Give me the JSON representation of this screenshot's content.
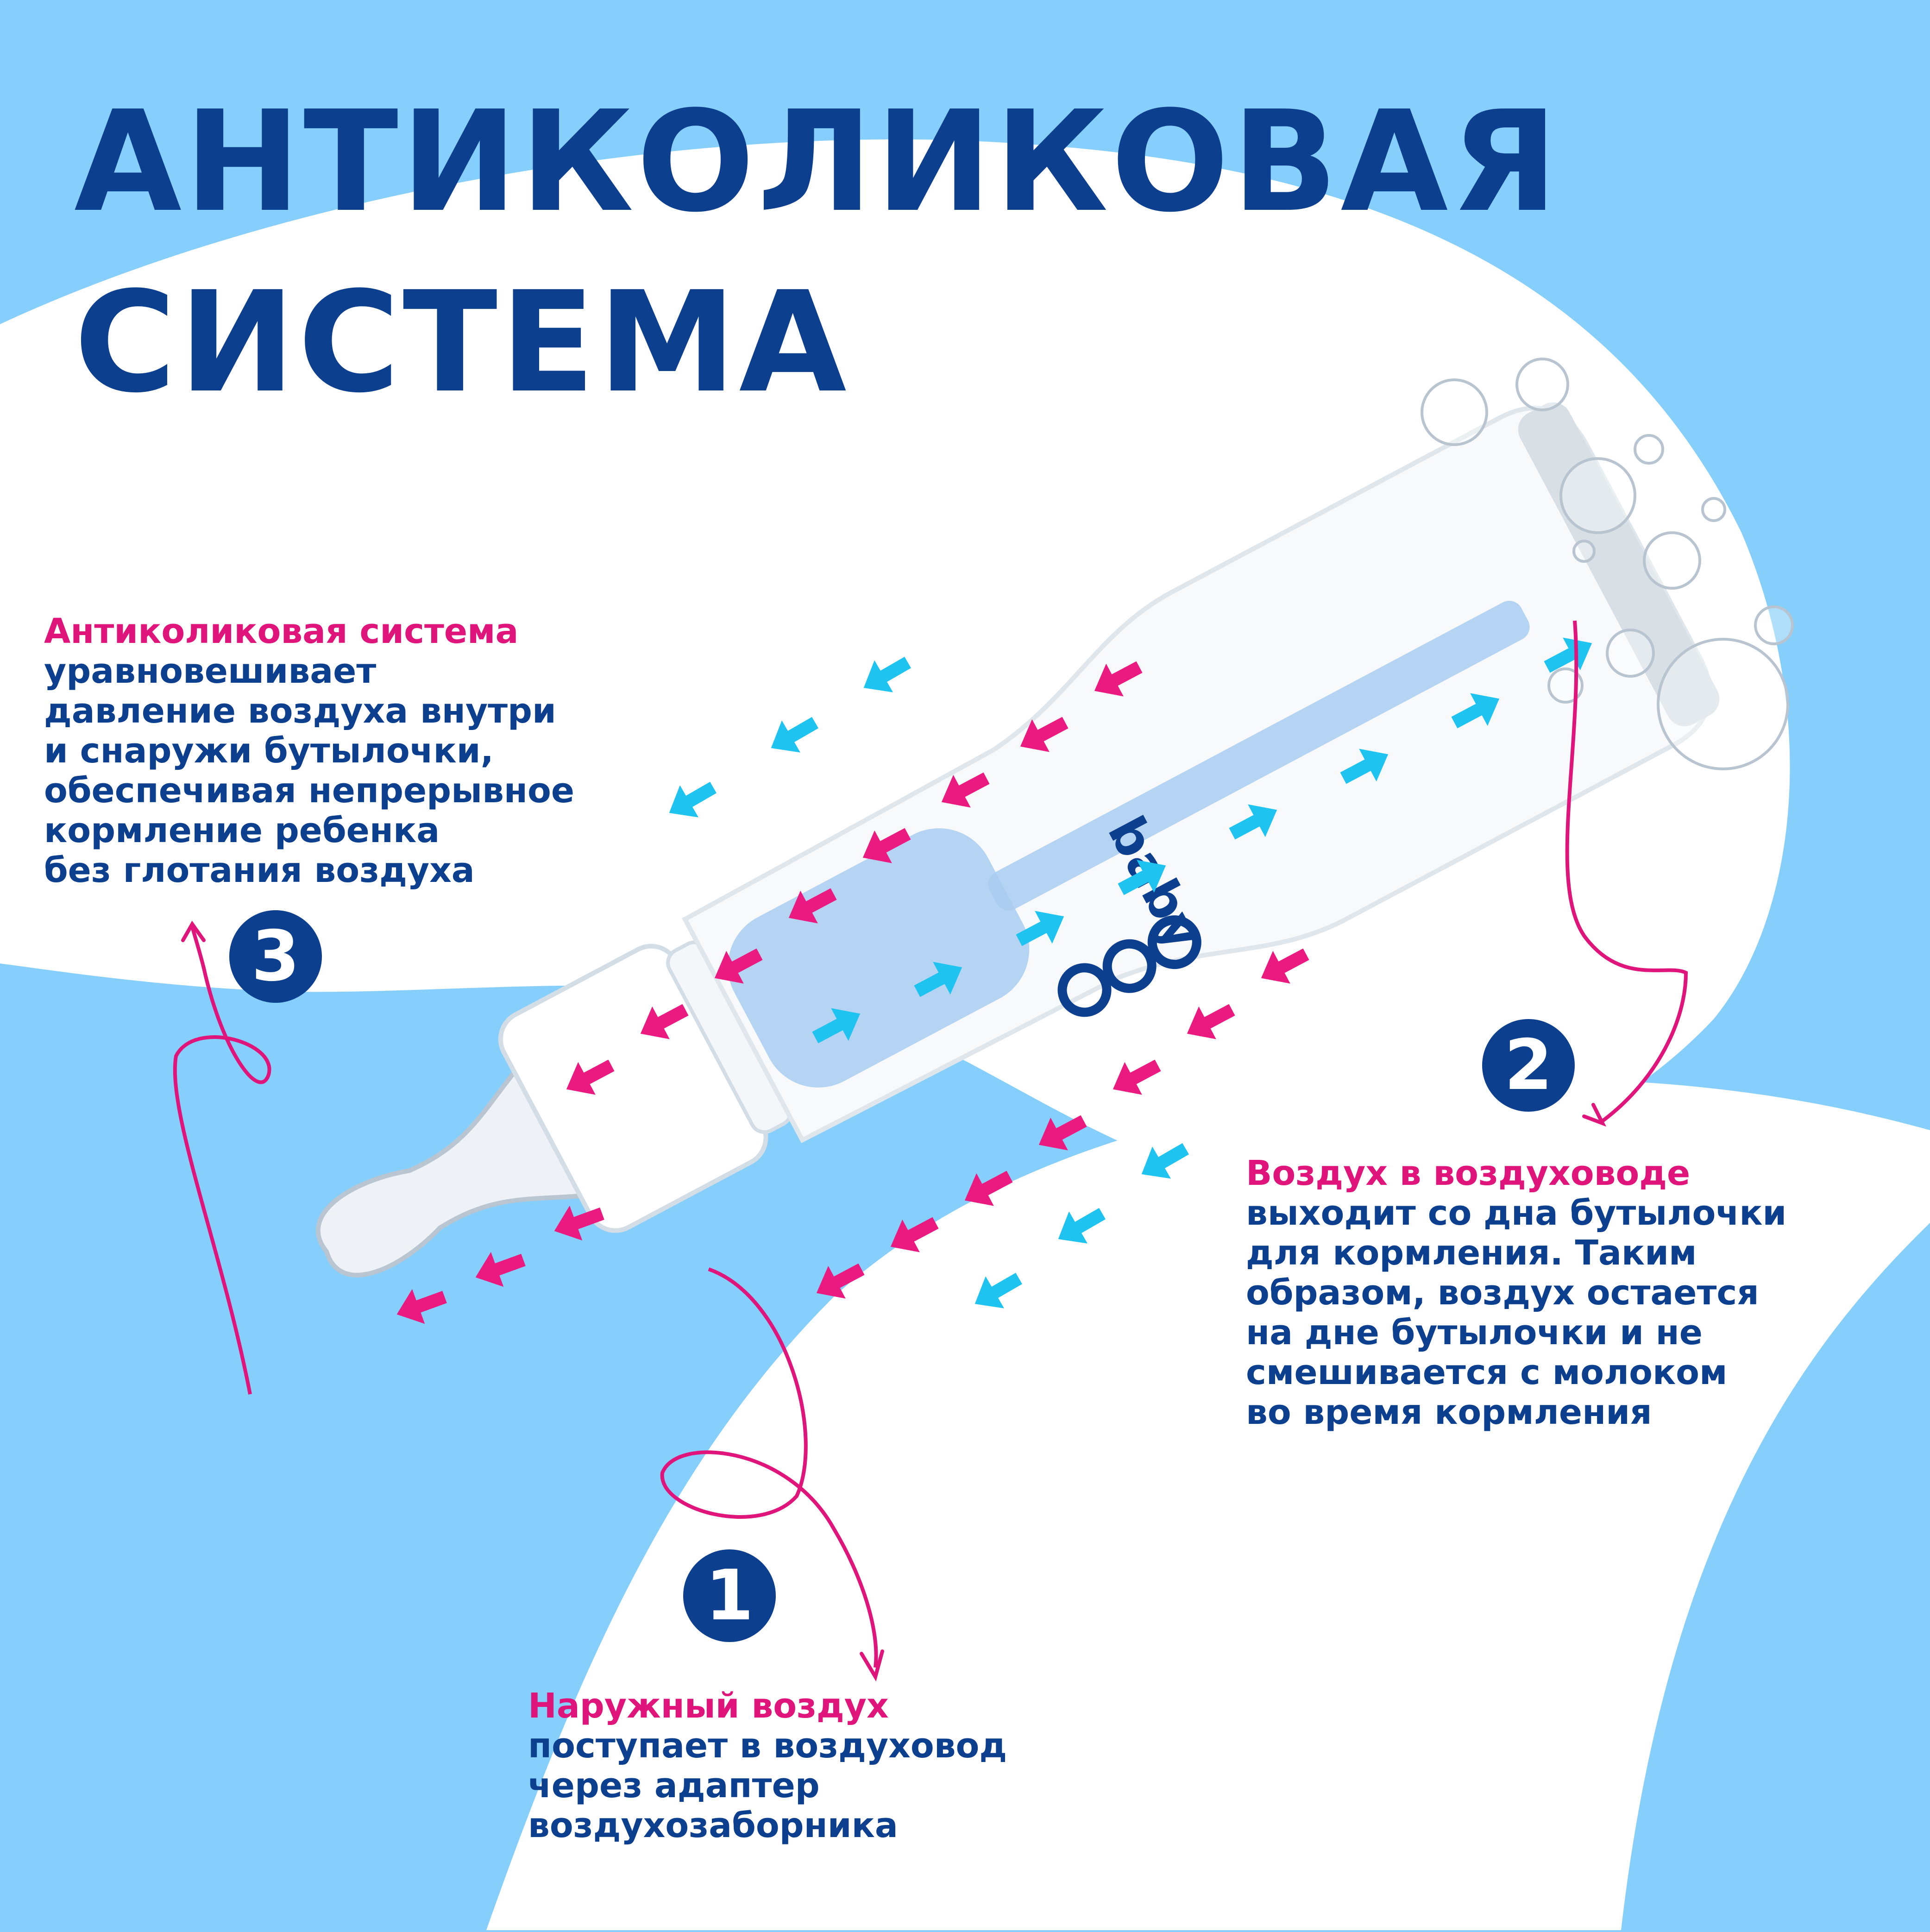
{
  "title": {
    "line1": "АНТИКОЛИКОВАЯ",
    "line2": "СИСТЕМА"
  },
  "brand": "baby",
  "callouts": [
    {
      "number": "3",
      "highlight": "Антиколиковая система",
      "body": "уравновешивает\nдавление воздуха внутри\nи снаружи бутылочки,\nобеспечивая непрерывное\nкормление ребенка\nбез глотания воздуха"
    },
    {
      "number": "2",
      "highlight": "Воздух в воздуховоде",
      "body": "выходит со дна бутылочки\nдля кормления. Таким\nобразом, воздух остается\nна дне бутылочки и не\nсмешивается с молоком\nво время кормления"
    },
    {
      "number": "1",
      "highlight": "Наружный воздух",
      "body": "поступает в воздуховод\nчерез адаптер\nвоздухозаборника"
    }
  ],
  "colors": {
    "background": "#86cefb",
    "white_area": "#ffffff",
    "title": "#0d3f8f",
    "highlight": "#e0157b",
    "cyan_arrow": "#1fc3f0",
    "pink_arrow": "#ea1a80",
    "tube": "#9cc7ee"
  }
}
